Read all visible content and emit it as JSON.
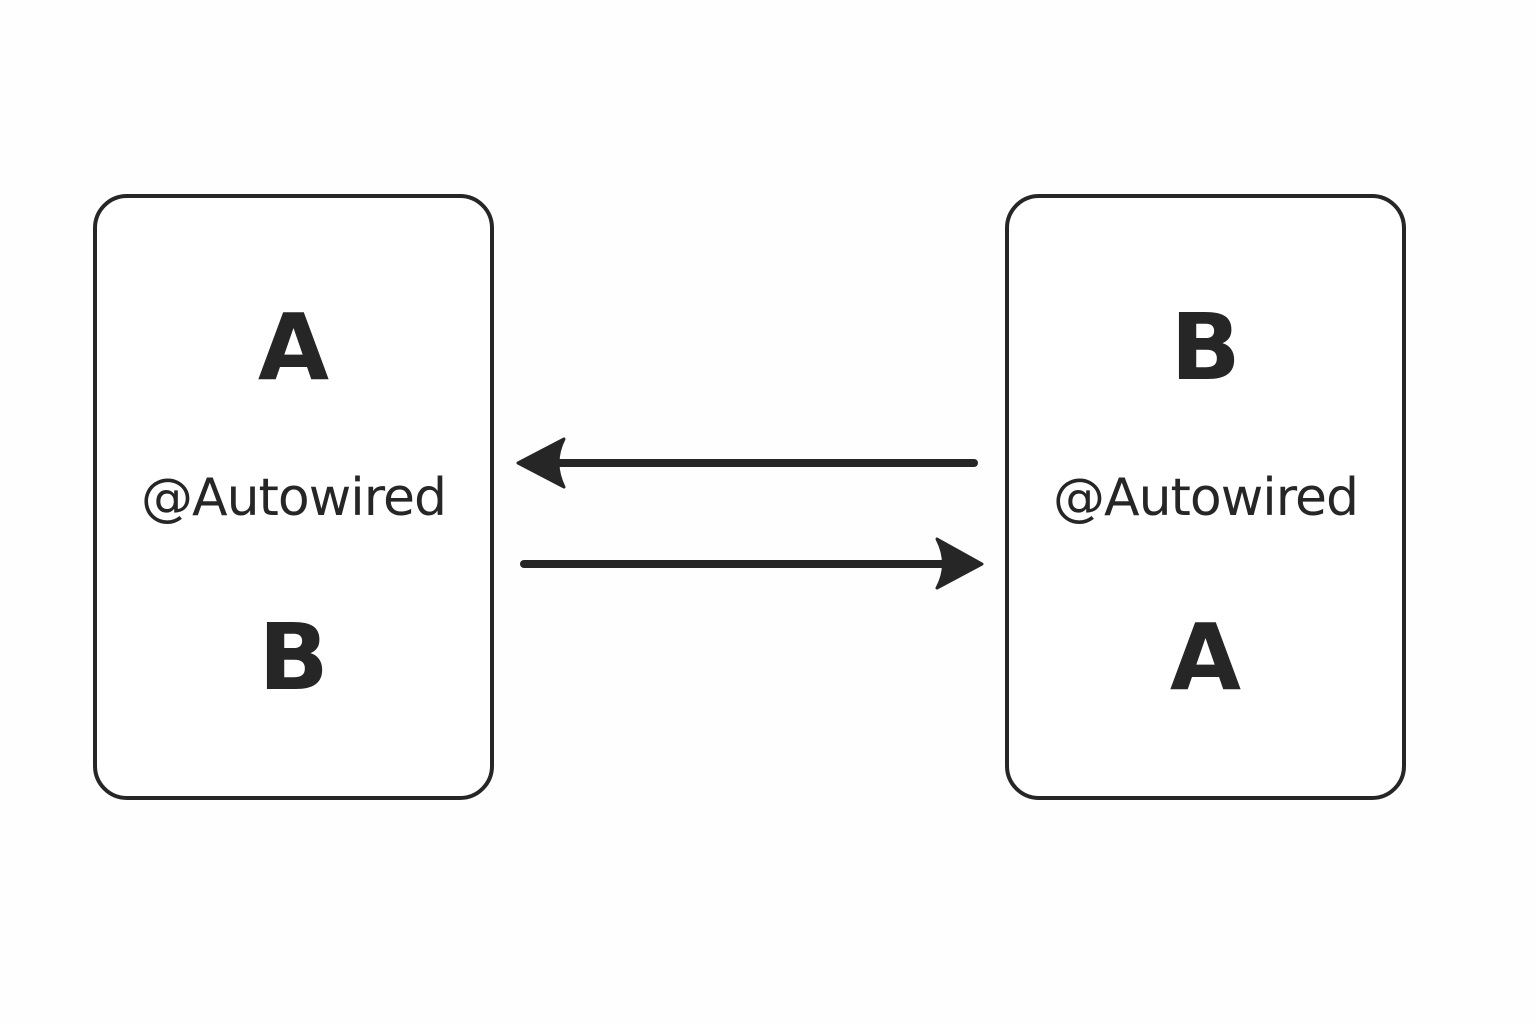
{
  "left_box": {
    "top_label": "A",
    "annotation": "@Autowired",
    "bottom_label": "B"
  },
  "right_box": {
    "top_label": "B",
    "annotation": "@Autowired",
    "bottom_label": "A"
  },
  "arrows": [
    {
      "from": "right_box",
      "to": "left_box"
    },
    {
      "from": "left_box",
      "to": "right_box"
    }
  ],
  "colors": {
    "stroke": "#262626",
    "background": "#fefefe"
  }
}
